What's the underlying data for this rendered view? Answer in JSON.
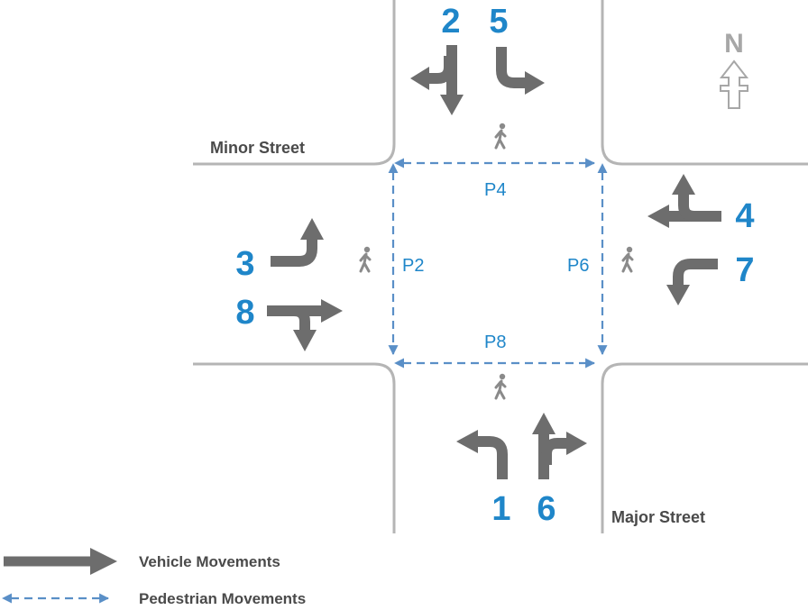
{
  "streets": {
    "minor": "Minor Street",
    "major": "Major Street"
  },
  "north": {
    "letter": "N",
    "icon": "north-arrow-icon"
  },
  "vehicle_movements": [
    {
      "id": "1",
      "label": "1"
    },
    {
      "id": "2",
      "label": "2"
    },
    {
      "id": "3",
      "label": "3"
    },
    {
      "id": "4",
      "label": "4"
    },
    {
      "id": "5",
      "label": "5"
    },
    {
      "id": "6",
      "label": "6"
    },
    {
      "id": "7",
      "label": "7"
    },
    {
      "id": "8",
      "label": "8"
    }
  ],
  "pedestrian_movements": [
    {
      "id": "P2",
      "label": "P2"
    },
    {
      "id": "P4",
      "label": "P4"
    },
    {
      "id": "P6",
      "label": "P6"
    },
    {
      "id": "P8",
      "label": "P8"
    }
  ],
  "legend": {
    "vehicle": "Vehicle Movements",
    "pedestrian": "Pedestrian Movements"
  },
  "colors": {
    "movement_number": "#1f86c9",
    "pedestrian_line": "#5a8fc7",
    "vehicle_arrow": "#6d6d6d",
    "curb": "#b5b5b5",
    "street_label": "#4a4a4a"
  }
}
